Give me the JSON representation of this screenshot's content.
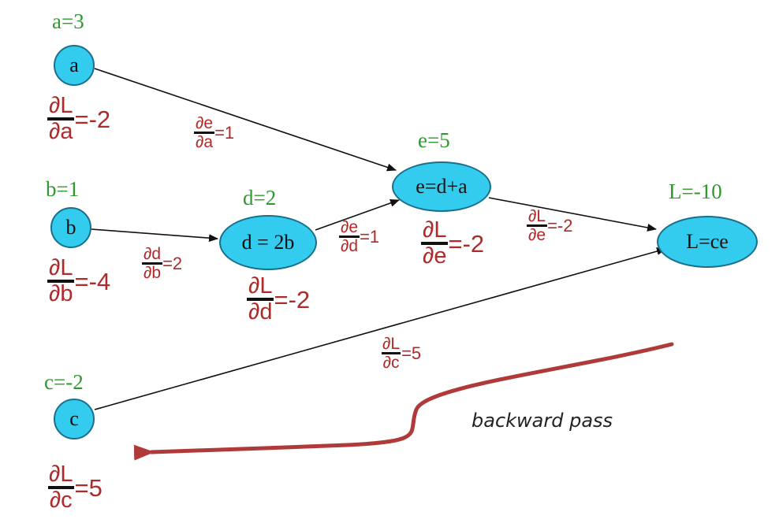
{
  "nodes": {
    "a": {
      "label": "a",
      "value": "a=3"
    },
    "b": {
      "label": "b",
      "value": "b=1"
    },
    "c": {
      "label": "c",
      "value": "c=-2"
    },
    "d": {
      "label": "d = 2b",
      "value": "d=2"
    },
    "e": {
      "label": "e=d+a",
      "value": "e=5"
    },
    "L": {
      "label": "L=ce",
      "value": "L=-10"
    }
  },
  "gradients": {
    "dL_da": {
      "num": "∂L",
      "den": "∂a",
      "value": "=-2"
    },
    "dL_db": {
      "num": "∂L",
      "den": "∂b",
      "value": "=-4"
    },
    "dL_dc": {
      "num": "∂L",
      "den": "∂c",
      "value": "=5"
    },
    "dL_dd": {
      "num": "∂L",
      "den": "∂d",
      "value": "=-2"
    },
    "dL_de": {
      "num": "∂L",
      "den": "∂e",
      "value": "=-2"
    }
  },
  "edge_labels": {
    "de_da": {
      "num": "∂e",
      "den": "∂a",
      "value": "=1"
    },
    "dd_db": {
      "num": "∂d",
      "den": "∂b",
      "value": "=2"
    },
    "de_dd": {
      "num": "∂e",
      "den": "∂d",
      "value": "=1"
    },
    "dL_de_edge": {
      "num": "∂L",
      "den": "∂e",
      "value": "=-2"
    },
    "dL_dc_edge": {
      "num": "∂L",
      "den": "∂c",
      "value": "=5"
    }
  },
  "backward_pass_label": "backward pass",
  "colors": {
    "node_fill": "#33ccee",
    "value_text": "#2e9a2e",
    "gradient_text": "#b02a2a",
    "backward_arrow": "#b03a3a"
  }
}
